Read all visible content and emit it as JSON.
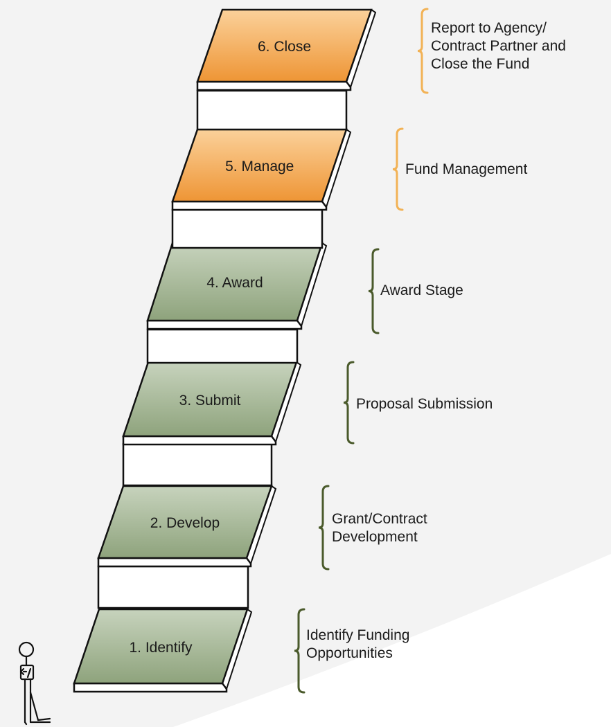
{
  "colors": {
    "background": "#f3f3f3",
    "swoosh": "#ffffff",
    "green_top": "#c7d3bd",
    "green_bottom": "#8ea37c",
    "orange_top": "#fbd19a",
    "orange_bottom": "#ee9535",
    "outline": "#111111",
    "bracket_green": "#4a5a2b",
    "bracket_orange": "#f2b255"
  },
  "steps": [
    {
      "label": "1. Identify",
      "theme": "green",
      "note": "Identify Funding\nOpportunities"
    },
    {
      "label": "2. Develop",
      "theme": "green",
      "note": "Grant/Contract\nDevelopment"
    },
    {
      "label": "3. Submit",
      "theme": "green",
      "note": "Proposal Submission"
    },
    {
      "label": "4. Award",
      "theme": "green",
      "note": "Award Stage"
    },
    {
      "label": "5. Manage",
      "theme": "orange",
      "note": "Fund Management"
    },
    {
      "label": "6. Close",
      "theme": "orange",
      "note": "Report to Agency/\nContract Partner and\nClose the Fund"
    }
  ],
  "figure": {
    "icon": "person-walking-icon"
  }
}
